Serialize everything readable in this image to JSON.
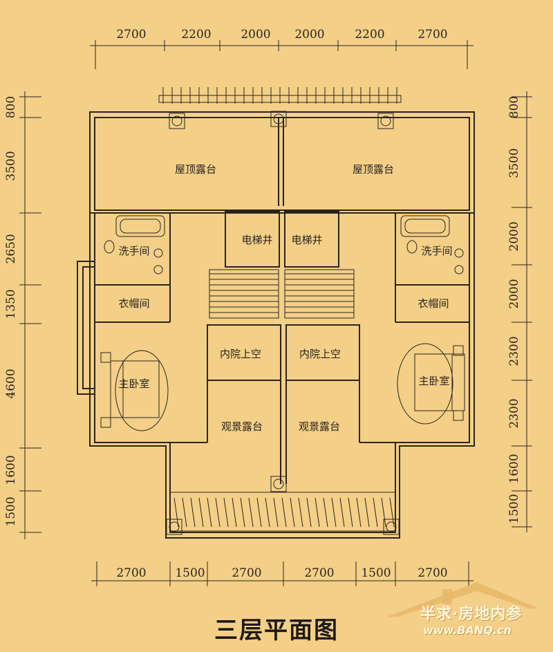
{
  "title": "三层平面图",
  "dimensions": {
    "top": [
      "2700",
      "2200",
      "2000",
      "2000",
      "2200",
      "2700"
    ],
    "bottom": [
      "2700",
      "1500",
      "2700",
      "2700",
      "1500",
      "2700"
    ],
    "left": [
      "800",
      "3500",
      "2650",
      "1350",
      "4600",
      "1600",
      "1500"
    ],
    "right": [
      "800",
      "3500",
      "2000",
      "2000",
      "2300",
      "2300",
      "1600",
      "1500"
    ]
  },
  "rooms": {
    "roof_terrace_left": "屋顶露台",
    "roof_terrace_right": "屋顶露台",
    "elevator_left": "电梯井",
    "elevator_right": "电梯井",
    "washroom_left": "洗手间",
    "washroom_right": "洗手间",
    "closet_left": "衣帽间",
    "closet_right": "衣帽间",
    "courtyard_void_left": "内院上空",
    "courtyard_void_right": "内院上空",
    "master_bedroom_left": "主卧室",
    "master_bedroom_right": "主卧室",
    "view_terrace_left": "观景露台",
    "view_terrace_right": "观景露台"
  },
  "watermark": {
    "text": "半求·房地内参",
    "url": "www.BANQ.cn"
  }
}
